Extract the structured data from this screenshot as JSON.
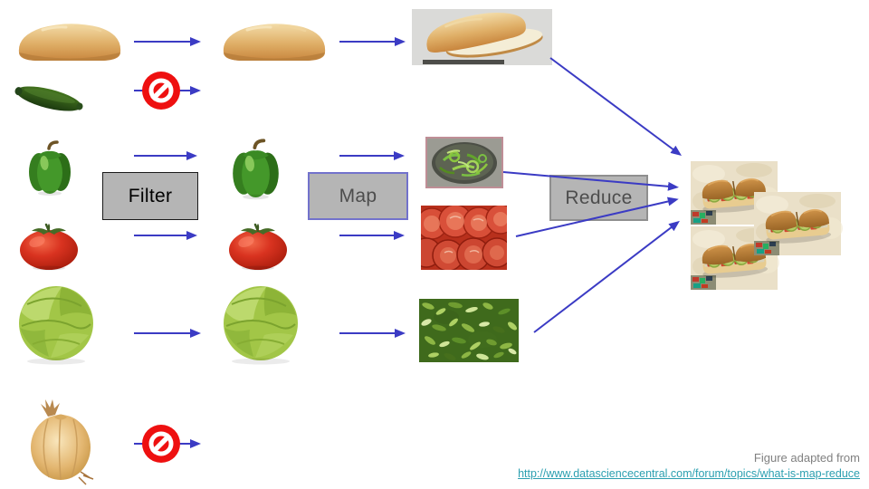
{
  "stages": {
    "filter": {
      "label": "Filter"
    },
    "map": {
      "label": "Map"
    },
    "reduce": {
      "label": "Reduce"
    }
  },
  "caption": {
    "text": "Figure adapted from",
    "link_text": "http://www.datasciencecentral.com/forum/topics/what-is-map-reduce",
    "link_href": "http://www.datasciencecentral.com/forum/topics/what-is-map-reduce"
  },
  "pipeline": {
    "inputs": [
      "bread-loaf",
      "cucumber",
      "green-pepper",
      "tomato",
      "lettuce",
      "onion"
    ],
    "filter_pass": [
      "bread-loaf",
      "green-pepper",
      "tomato",
      "lettuce"
    ],
    "filter_reject": [
      "cucumber",
      "onion"
    ],
    "map_outputs": [
      "sliced-bread",
      "chopped-green-pepper",
      "sliced-tomato",
      "shredded-lettuce"
    ],
    "reduce_output": "sub-sandwiches",
    "reduce_output_count": 3,
    "reject_icon": "no-entry-sign"
  },
  "colors": {
    "arrow": "#3b3bc4",
    "box-fill": "#b5b5b5",
    "filter-border": "#1a1a1a",
    "filter-text": "#000000",
    "map-border": "#7272cc",
    "reduce-border": "#8f8f8f",
    "stage-text": "#4d4d4d",
    "no-sign": "#ee1010",
    "link": "#2b9fb0",
    "caption-text": "#808080"
  }
}
